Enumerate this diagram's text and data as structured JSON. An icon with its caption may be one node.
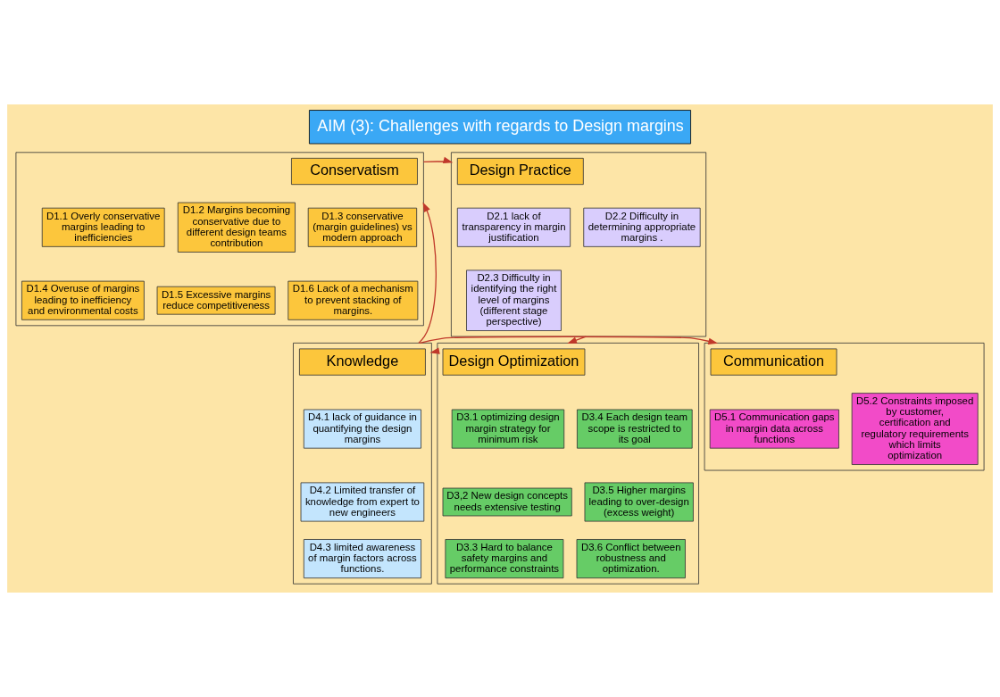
{
  "diagram": {
    "title": "AIM (3): Challenges with regards to Design margins",
    "nodes": [
      {
        "text": [],
        "shape": "box"
      },
      {
        "text": [
          "Conservatism"
        ],
        "in": 0
      },
      {
        "text": [
          "D1.1 Overly conservative margins leading to inefficiencies"
        ],
        "in": 0
      },
      {
        "text": [
          "D1.2 Margins becoming conservative due to different design teams contribution"
        ],
        "in": 0
      },
      {
        "text": [
          "D1.3 conservative (margin guidelines) vs modern approach"
        ],
        "in": 0
      },
      {
        "text": [
          "D1.4 Overuse of margins leading to inefficiency and environmental costs"
        ],
        "in": 0
      },
      {
        "text": [
          "D1.5 Excessive margins reduce competitiveness"
        ],
        "in": 0
      },
      {
        "text": [
          "D1.6 Lack of a mechanism to prevent stacking of margins."
        ],
        "in": 0
      },
      {
        "text": [],
        "shape": "box"
      },
      {
        "text": [
          "Design Practice"
        ],
        "in": 8
      },
      {
        "text": [
          "D2.1 lack of transparency in margin justification"
        ],
        "in": 8
      },
      {
        "text": [
          "D2.2 Difficulty in determining appropriate margins ."
        ],
        "in": 8
      },
      {
        "text": [
          "D2.3 Difficulty in identifying the right level of margins (different stage perspective)"
        ],
        "in": 8
      },
      {
        "text": [],
        "shape": "box"
      },
      {
        "text": [
          "Communication"
        ],
        "in": 13
      },
      {
        "text": [
          "D5.1 Communication gaps in margin data across functions"
        ],
        "in": 13
      },
      {
        "text": [
          "D5.2 Constraints imposed by customer, certification and regulatory requirements which limits optimization"
        ],
        "in": 13
      },
      {
        "text": [],
        "shape": "box"
      },
      {
        "text": [
          "Knowledge"
        ],
        "in": 17
      },
      {
        "text": [
          "D4.1 lack of guidance in quantifying the design margins"
        ],
        "in": 17
      },
      {
        "text": [
          "D4.2 Limited transfer of knowledge from expert to new engineers"
        ],
        "in": 17
      },
      {
        "text": [
          "D4.3 limited awareness of margin factors across functions."
        ],
        "in": 17
      },
      {
        "text": [],
        "shape": "box"
      },
      {
        "text": [
          "Design Optimization"
        ],
        "in": 22
      },
      {
        "text": [
          "D3.1 optimizing design margin strategy for minimum risk"
        ],
        "in": 22
      },
      {
        "text": [
          "D3.4 Each design team scope is restricted to its goal"
        ],
        "in": 22
      },
      {
        "text": [
          "D3,2 New design concepts needs extensive testing"
        ],
        "in": 22
      },
      {
        "text": [
          "D3.5 Higher margins leading to over-design (excess weight)"
        ],
        "in": 22
      },
      {
        "text": [
          "D3.3 Hard to balance safety margins and performance constraints"
        ],
        "in": 22
      },
      {
        "text": [
          "D3.6 Conflict between robustness and optimization."
        ],
        "in": 22
      }
    ],
    "edges": [
      {
        "from": 0,
        "to": 8,
        "arrow": "to"
      },
      {
        "from": 8,
        "to": 22,
        "arrow": "to"
      },
      {
        "from": 22,
        "to": 17,
        "arrow": "to"
      },
      {
        "from": 17,
        "to": 0,
        "arrow": "to"
      },
      {
        "from": 17,
        "to": 13,
        "arrow": "to"
      }
    ]
  }
}
